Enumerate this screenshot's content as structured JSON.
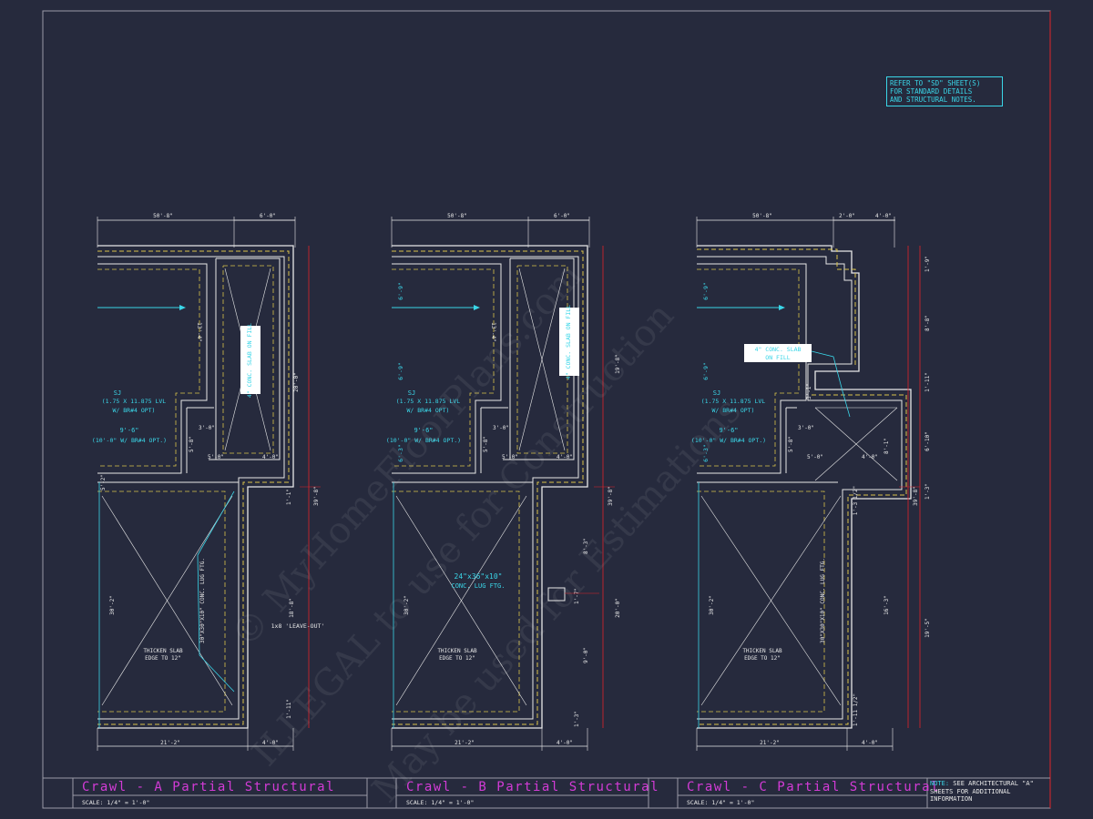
{
  "note_box": {
    "lines": [
      "REFER TO \"SD\" SHEET(S)",
      "FOR STANDARD DETAILS",
      "AND STRUCTURAL NOTES."
    ]
  },
  "plans": [
    {
      "title": "Crawl - A Partial Structural",
      "scale": "SCALE: 1/4\" = 1'-0\"",
      "dims": {
        "top_left": "50'-8\"",
        "top_right": "6'-0\"",
        "bottom_left": "21'-2\"",
        "bottom_right": "4'-0\"",
        "right_total": "39'-8\"",
        "right_upper": "20'-0\"",
        "right_lower": "18'-8\"",
        "upper_room": "13'-4\"",
        "lower_room": "30'-2\"",
        "small_a": "3'-0\"",
        "small_b": "5'-8\"",
        "small_c": "5'-0\"",
        "small_d": "4'-0\"",
        "small_e": "1'-11\"",
        "small_f": "1'-1\"",
        "small_g": "5'-2\""
      },
      "labels": {
        "sj": "SJ",
        "sj_spec_1": "(1.75 X 11.875 LVL",
        "sj_spec_2": "W/ BR#4 OPT)",
        "span_1": "9'-6\"",
        "span_2": "(10'-0\" W/ BR#4 OPT.)",
        "slab": "4\" CONC. SLAB ON FILL",
        "footing": "30\"X30\"X10\" CONC. LUG FTG.",
        "thicken": "THICKEN SLAB",
        "thicken_2": "EDGE TO 12\"",
        "leaveout": "1x8 'LEAVE-OUT'"
      }
    },
    {
      "title": "Crawl - B Partial Structural",
      "scale": "SCALE: 1/4\" = 1'-0\"",
      "dims": {
        "top_left": "50'-8\"",
        "top_right": "6'-0\"",
        "bottom_left": "21'-2\"",
        "bottom_right": "4'-0\"",
        "right_total": "39'-8\"",
        "right_upper": "19'-8\"",
        "right_lower": "20'-0\"",
        "upper_room": "13'-4\"",
        "lower_room": "30'-2\"",
        "small_a": "3'-0\"",
        "small_b": "5'-8\"",
        "small_c": "5'-0\"",
        "small_d": "4'-0\"",
        "left_a": "6'-9\"",
        "left_b": "6'-9\"",
        "left_c": "6'-3\"",
        "mid_a": "8'-3\"",
        "mid_b": "1'-7\"",
        "mid_c": "9'-0\"",
        "mid_d": "1'-3\""
      },
      "labels": {
        "sj": "SJ",
        "sj_spec_1": "(1.75 X 11.875 LVL",
        "sj_spec_2": "W/ BR#4 OPT)",
        "span_1": "9'-6\"",
        "span_2": "(10'-0\" W/ BR#4 OPT.)",
        "slab": "4\" CONC. SLAB ON FILL",
        "footing": "24\"x36\"x10\"",
        "footing_2": "CONC. LUG FTG.",
        "thicken": "THICKEN SLAB",
        "thicken_2": "EDGE TO 12\""
      }
    },
    {
      "title": "Crawl - C Partial Structural",
      "scale": "SCALE: 1/4\" = 1'-0\"",
      "dims": {
        "top_left": "50'-8\"",
        "top_mid": "2'-0\"",
        "top_right": "4'-0\"",
        "bottom_left": "21'-2\"",
        "bottom_right": "4'-0\"",
        "right_total": "39'-8\"",
        "right_a": "1'-9\"",
        "right_b": "8'-8\"",
        "right_c": "1'-11\"",
        "right_d": "6'-10\"",
        "right_e": "1'-3\"",
        "right_f": "19'-5\"",
        "lower_room": "30'-2\"",
        "mid": "16'-3\"",
        "small_a": "3'-0\"",
        "small_b": "5'-8\"",
        "small_c": "5'-0\"",
        "small_d": "4'-0\"",
        "small_e": "8'-1\"",
        "small_f": "3'-1\"",
        "left_a": "6'-9\"",
        "left_b": "6'-9\"",
        "left_c": "6'-3\"",
        "h1": "1'-3 1/2\"",
        "h2": "1'-11 1/2\""
      },
      "labels": {
        "sj": "SJ",
        "sj_spec_1": "(1.75 X 11.875 LVL",
        "sj_spec_2": "W/ BR#4 OPT)",
        "span_1": "9'-6\"",
        "span_2": "(10'-0\" W/ BR#4 OPT.)",
        "slab": "4\" CONC. SLAB",
        "slab_2": "ON FILL",
        "footing": "30\"X30\"X10\" CONC. LUG FTG.",
        "thicken": "THICKEN SLAB",
        "thicken_2": "EDGE TO 12\""
      }
    }
  ],
  "arch_note": {
    "label": "NOTE:",
    "text": "SEE ARCHITECTURAL \"A\" SHEETS FOR ADDITIONAL INFORMATION"
  },
  "watermark": {
    "line1": "© MyHomeFloorPlans.com",
    "line2": "ILLEGAL to use for Construction",
    "line3": "May be used for Estimations"
  },
  "colors": {
    "background": "#262a3d",
    "wall": "#e8e8e8",
    "dash": "#d9c34a",
    "cyan": "#3ad6e8",
    "red": "#e0242a",
    "magenta": "#d33bd6"
  }
}
